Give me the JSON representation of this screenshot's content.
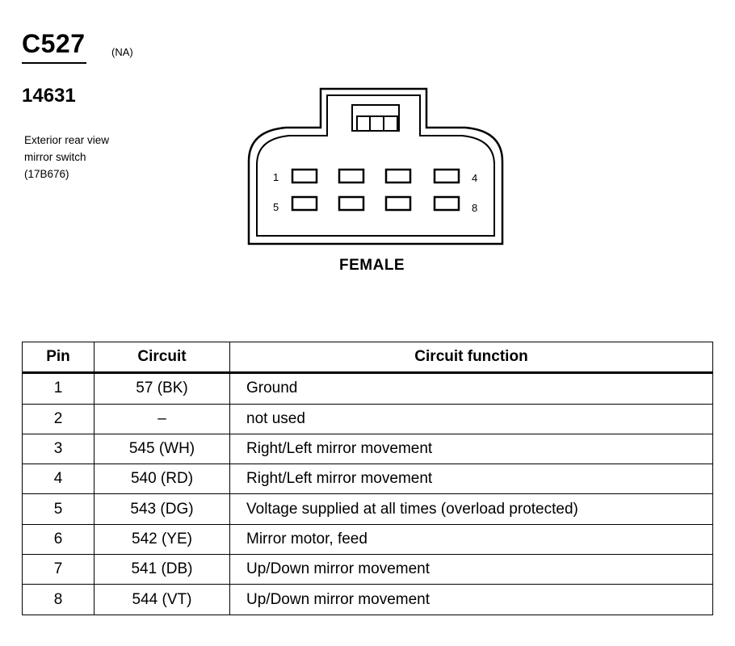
{
  "connector": {
    "id": "C527",
    "region": "(NA)",
    "part_number": "14631",
    "description_lines": [
      "Exterior rear view",
      "mirror switch",
      "(17B676)"
    ],
    "gender": "FEMALE",
    "pin_labels": {
      "top_left": "1",
      "top_right": "4",
      "bottom_left": "5",
      "bottom_right": "8"
    }
  },
  "table": {
    "headers": {
      "pin": "Pin",
      "circuit": "Circuit",
      "function": "Circuit function"
    },
    "rows": [
      {
        "pin": "1",
        "circuit": "57 (BK)",
        "function": "Ground"
      },
      {
        "pin": "2",
        "circuit": "–",
        "function": "not used"
      },
      {
        "pin": "3",
        "circuit": "545 (WH)",
        "function": "Right/Left mirror movement"
      },
      {
        "pin": "4",
        "circuit": "540 (RD)",
        "function": "Right/Left mirror movement"
      },
      {
        "pin": "5",
        "circuit": "543 (DG)",
        "function": "Voltage supplied at all times (overload protected)"
      },
      {
        "pin": "6",
        "circuit": "542 (YE)",
        "function": "Mirror motor, feed"
      },
      {
        "pin": "7",
        "circuit": "541 (DB)",
        "function": "Up/Down mirror movement"
      },
      {
        "pin": "8",
        "circuit": "544 (VT)",
        "function": "Up/Down mirror movement"
      }
    ]
  }
}
